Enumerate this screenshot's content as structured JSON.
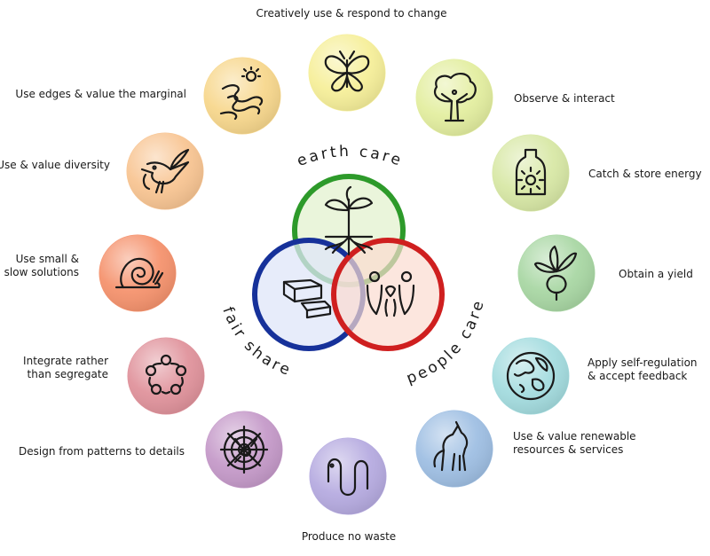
{
  "principles": [
    {
      "id": "change",
      "icon": "butterfly-icon",
      "color": "#f6ef9a",
      "lines": [
        "Creatively use & respond to change"
      ]
    },
    {
      "id": "observe",
      "icon": "tree-icon",
      "color": "#e3eea0",
      "lines": [
        "Observe & interact"
      ]
    },
    {
      "id": "energy",
      "icon": "bottle-sun-icon",
      "color": "#d8e8a6",
      "lines": [
        "Catch & store energy"
      ]
    },
    {
      "id": "yield",
      "icon": "beet-icon",
      "color": "#a9d7a4",
      "lines": [
        "Obtain a yield"
      ]
    },
    {
      "id": "regulation",
      "icon": "globe-icon",
      "color": "#a4dcdf",
      "lines": [
        "Apply self-regulation",
        "& accept feedback"
      ]
    },
    {
      "id": "renewable",
      "icon": "horse-icon",
      "color": "#9fbfe3",
      "lines": [
        "Use & value renewable",
        "resources & services"
      ]
    },
    {
      "id": "waste",
      "icon": "worm-icon",
      "color": "#b6abe0",
      "lines": [
        "Produce no waste"
      ]
    },
    {
      "id": "patterns",
      "icon": "spiderweb-icon",
      "color": "#c59ac9",
      "lines": [
        "Design from patterns to details"
      ]
    },
    {
      "id": "integrate",
      "icon": "circle-of-people-icon",
      "color": "#e0939c",
      "lines": [
        "Integrate rather",
        "than segregate"
      ]
    },
    {
      "id": "small",
      "icon": "snail-icon",
      "color": "#f5936e",
      "lines": [
        "Use small &",
        "slow solutions"
      ]
    },
    {
      "id": "diversity",
      "icon": "hummingbird-icon",
      "color": "#f8c593",
      "lines": [
        "Use & value diversity"
      ]
    },
    {
      "id": "edges",
      "icon": "winding-river-icon",
      "color": "#f7d78d",
      "lines": [
        "Use edges & value the marginal"
      ]
    }
  ],
  "ethics": [
    {
      "id": "earth",
      "label": "earth care",
      "color": "#2d9a2a",
      "fill": "#e3f2cf",
      "icon": "seedling-roots-icon"
    },
    {
      "id": "fair",
      "label": "fair share",
      "color": "#16319a",
      "fill": "#dfe6f8",
      "icon": "cake-slices-icon"
    },
    {
      "id": "people",
      "label": "people care",
      "color": "#cf1f1f",
      "fill": "#fbdcd0",
      "icon": "people-icon"
    }
  ]
}
